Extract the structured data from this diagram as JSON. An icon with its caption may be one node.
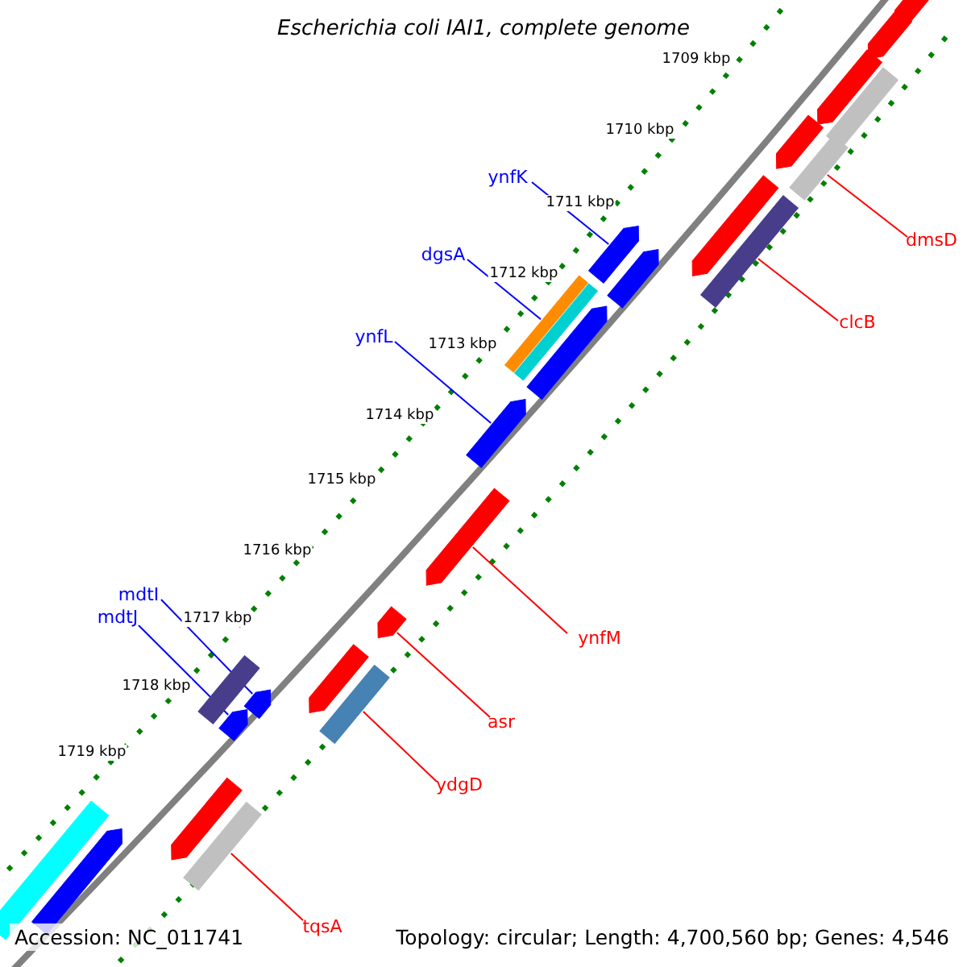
{
  "diagram": {
    "title": "Escherichia coli IAI1, complete genome",
    "nodes": [
      {
        "text": [
          "ynfK"
        ]
      },
      {
        "text": [
          "dmsD"
        ]
      },
      {
        "text": [
          "dgsA"
        ]
      },
      {
        "text": [
          "clcB"
        ]
      },
      {
        "text": [
          "ynfL"
        ]
      },
      {
        "text": [
          "mdtI"
        ]
      },
      {
        "text": [
          "mdtJ"
        ]
      },
      {
        "text": [
          "ynfM"
        ]
      },
      {
        "text": [
          "asr"
        ]
      },
      {
        "text": [
          "ydgD"
        ]
      },
      {
        "text": [
          "tqsA"
        ]
      },
      {
        "text": [],
        "shape": "bar"
      },
      {
        "text": [],
        "shape": "bar"
      },
      {
        "text": [],
        "shape": "bar"
      },
      {
        "text": [],
        "shape": "bar"
      },
      {
        "text": [],
        "shape": "bar"
      },
      {
        "text": [],
        "shape": "bar"
      },
      {
        "text": [],
        "shape": "bar"
      },
      {
        "text": [],
        "shape": "bar"
      },
      {
        "text": [],
        "shape": "bar"
      },
      {
        "text": [],
        "shape": "bar"
      },
      {
        "text": [],
        "shape": "bar"
      },
      {
        "text": [],
        "shape": "bar"
      },
      {
        "text": [],
        "shape": "bar"
      },
      {
        "text": [],
        "shape": "bar"
      },
      {
        "text": [],
        "shape": "bar"
      },
      {
        "text": [],
        "shape": "bar"
      },
      {
        "text": [],
        "shape": "bar"
      },
      {
        "text": [],
        "shape": "bar"
      },
      {
        "text": [],
        "shape": "bar"
      },
      {
        "text": [],
        "shape": "bar"
      },
      {
        "text": [],
        "shape": "bar"
      },
      {
        "text": [],
        "shape": "bar"
      },
      {
        "text": [],
        "shape": "bar"
      },
      {
        "text": [],
        "shape": "bar"
      },
      {
        "text": [],
        "shape": "bar"
      }
    ],
    "edges": [
      {
        "from": 0,
        "to": 19,
        "arrow": "none",
        "color": "#0000ff"
      },
      {
        "from": 1,
        "to": 16,
        "arrow": "none"
      },
      {
        "from": 2,
        "to": 21,
        "arrow": "none",
        "color": "#0000ff"
      },
      {
        "from": 3,
        "to": 18,
        "arrow": "none"
      },
      {
        "from": 4,
        "to": 24,
        "arrow": "none",
        "color": "#0000ff"
      },
      {
        "from": 5,
        "to": 29,
        "arrow": "none",
        "color": "#0000ff"
      },
      {
        "from": 6,
        "to": 31,
        "arrow": "none",
        "color": "#0000ff"
      },
      {
        "from": 7,
        "to": 25,
        "arrow": "none"
      },
      {
        "from": 8,
        "to": 26,
        "arrow": "none"
      },
      {
        "from": 9,
        "to": 30,
        "arrow": "none"
      },
      {
        "from": 10,
        "to": 33,
        "arrow": "none"
      }
    ],
    "labels": [
      "1709 kbp",
      "1710 kbp",
      "1711 kbp",
      "1712 kbp",
      "1713 kbp",
      "1714 kbp",
      "1715 kbp",
      "1716 kbp",
      "1717 kbp",
      "1718 kbp",
      "1719 kbp",
      "Accession: NC_011741",
      "Topology: circular; Length: 4,700,560 bp; Genes: 4,546"
    ]
  }
}
